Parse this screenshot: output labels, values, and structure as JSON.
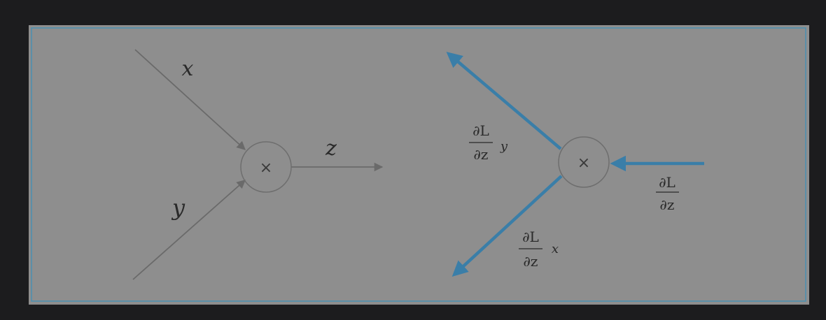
{
  "colors": {
    "background": "#1c1c1e",
    "panel_fill": "#8e8e8e",
    "panel_border": "#4a8fb0",
    "forward_edge": "#6a6a6a",
    "backward_edge": "#3a7ea8",
    "node_stroke": "#6e6e6e"
  },
  "forward": {
    "input_x_label": "x",
    "input_y_label": "y",
    "output_label": "z",
    "operator_symbol": "×"
  },
  "backward": {
    "operator_symbol": "×",
    "upstream_grad": {
      "numerator": "∂L",
      "denominator": "∂z"
    },
    "grad_to_y": {
      "numerator": "∂L",
      "denominator": "∂z",
      "factor": "y"
    },
    "grad_to_x": {
      "numerator": "∂L",
      "denominator": "∂z",
      "factor": "x"
    }
  }
}
